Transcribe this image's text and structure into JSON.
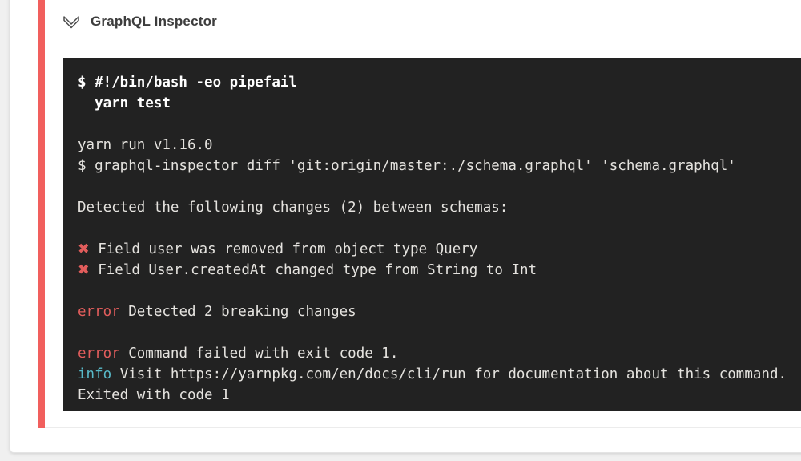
{
  "colors": {
    "page-bg": "#f0f0f0",
    "card-bg": "#ffffff",
    "card-border": "#e4e4e4",
    "section-border": "#ececec",
    "accent-red": "#f15f5d",
    "terminal-bg": "#222222",
    "terminal-text": "#e5e3df",
    "terminal-bold": "#ffffff",
    "error-red": "#e25d5c",
    "info-cyan": "#58b9c8",
    "title-color": "#3d3d3d",
    "icon-color": "#4a4a4a"
  },
  "header": {
    "title": "GraphQL Inspector",
    "collapse_icon": "double-chevron-down-icon"
  },
  "terminal": {
    "lines": [
      [
        {
          "t": "$ #!/bin/bash -eo pipefail",
          "s": "bold"
        }
      ],
      [
        {
          "t": "  yarn test",
          "s": "bold"
        }
      ],
      [],
      [
        {
          "t": "yarn run v1.16.0"
        }
      ],
      [
        {
          "t": "$ graphql-inspector diff 'git:origin/master:./schema.graphql' 'schema.graphql'"
        }
      ],
      [],
      [
        {
          "t": "Detected the following changes (2) between schemas:"
        }
      ],
      [],
      [
        {
          "t": "✖",
          "s": "cross"
        },
        {
          "t": " Field user was removed from object type Query"
        }
      ],
      [
        {
          "t": "✖",
          "s": "cross"
        },
        {
          "t": " Field User.createdAt changed type from String to Int"
        }
      ],
      [],
      [
        {
          "t": "error",
          "s": "error"
        },
        {
          "t": " Detected 2 breaking changes"
        }
      ],
      [],
      [
        {
          "t": "error",
          "s": "error"
        },
        {
          "t": " Command failed with exit code 1."
        }
      ],
      [
        {
          "t": "info",
          "s": "info"
        },
        {
          "t": " Visit https://yarnpkg.com/en/docs/cli/run for documentation about this command."
        }
      ],
      [
        {
          "t": "Exited with code 1"
        }
      ]
    ]
  }
}
